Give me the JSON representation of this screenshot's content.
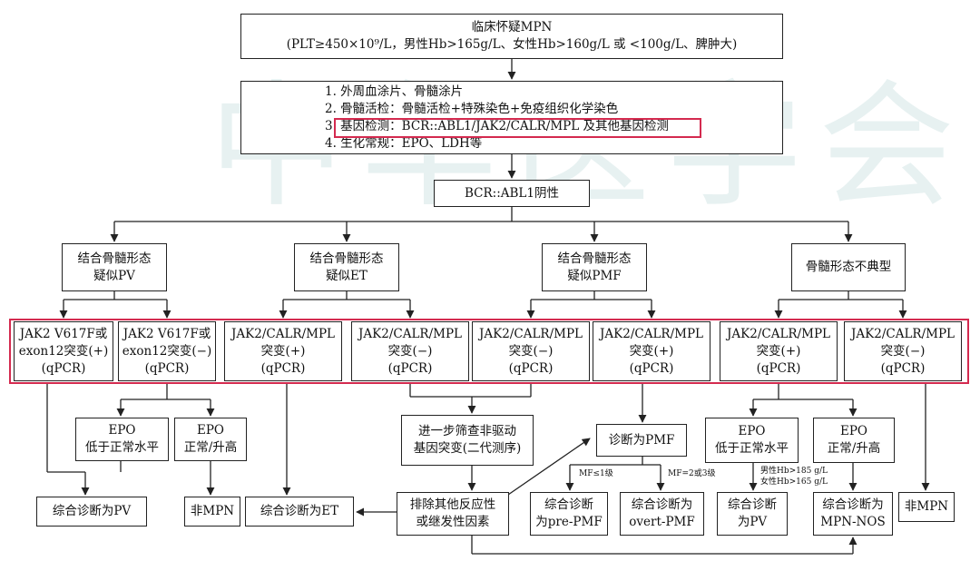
{
  "watermark": "中华医学会",
  "colors": {
    "highlight": "#d42a4f",
    "line": "#222222",
    "watermark": "#e7f1f1"
  },
  "nodes": {
    "suspect": {
      "line1": "临床怀疑MPN",
      "line2": "(PLT≥450×10⁹/L，男性Hb>165g/L、女性Hb>160g/L 或 <100g/L、脾肿大)"
    },
    "workup": {
      "item1": "1. 外周血涂片、骨髓涂片",
      "item2": "2. 骨髓活检：骨髓活检+特殊染色+免疫组织化学染色",
      "item3": "3. 基因检测：BCR::ABL1/JAK2/CALR/MPL 及其他基因检测",
      "item4": "4. 生化常规：EPO、LDH等"
    },
    "bcr_negative": "BCR::ABL1阴性",
    "pv_like": {
      "line1": "结合骨髓形态",
      "line2": "疑似PV"
    },
    "et_like": {
      "line1": "结合骨髓形态",
      "line2": "疑似ET"
    },
    "pmf_like": {
      "line1": "结合骨髓形态",
      "line2": "疑似PMF"
    },
    "atypical": "骨髓形态不典型",
    "g1": {
      "line1": "JAK2 V617F或",
      "line2": "exon12突变(+)",
      "line3": "(qPCR)"
    },
    "g2": {
      "line1": "JAK2 V617F或",
      "line2": "exon12突变(−)",
      "line3": "(qPCR)"
    },
    "g3": {
      "line1": "JAK2/CALR/MPL",
      "line2": "突变(+)",
      "line3": "(qPCR)"
    },
    "g4": {
      "line1": "JAK2/CALR/MPL",
      "line2": "突变(−)",
      "line3": "(qPCR)"
    },
    "g5": {
      "line1": "JAK2/CALR/MPL",
      "line2": "突变(−)",
      "line3": "(qPCR)"
    },
    "g6": {
      "line1": "JAK2/CALR/MPL",
      "line2": "突变(+)",
      "line3": "(qPCR)"
    },
    "g7": {
      "line1": "JAK2/CALR/MPL",
      "line2": "突变(+)",
      "line3": "(qPCR)"
    },
    "g8": {
      "line1": "JAK2/CALR/MPL",
      "line2": "突变(−)",
      "line3": "(qPCR)"
    },
    "epo_low_pv": {
      "line1": "EPO",
      "line2": "低于正常水平"
    },
    "epo_high_pv": {
      "line1": "EPO",
      "line2": "正常/升高"
    },
    "ngs": {
      "line1": "进一步筛查非驱动",
      "line2": "基因突变(二代测序)"
    },
    "dx_pmf": "诊断为PMF",
    "epo_low_at": {
      "line1": "EPO",
      "line2": "低于正常水平"
    },
    "epo_high_at": {
      "line1": "EPO",
      "line2": "正常/升高"
    },
    "dx_pv": "综合诊断为PV",
    "non_mpn_1": "非MPN",
    "dx_et": "综合诊断为ET",
    "exclude": {
      "line1": "排除其他反应性",
      "line2": "或继发性因素"
    },
    "dx_prepmf": {
      "line1": "综合诊断",
      "line2": "为pre-PMF"
    },
    "dx_overtpmf": {
      "line1": "综合诊断为",
      "line2": "overt-PMF"
    },
    "dx_pv2": {
      "line1": "综合诊断",
      "line2": "为PV"
    },
    "dx_mpnnos": {
      "line1": "综合诊断为",
      "line2": "MPN-NOS"
    },
    "non_mpn_2": "非MPN"
  },
  "edge_labels": {
    "mf_low": "MF≤1级",
    "mf_high": "MF=2或3级",
    "hb_male": "男性Hb>185 g/L",
    "hb_female": "女性Hb>165 g/L"
  }
}
